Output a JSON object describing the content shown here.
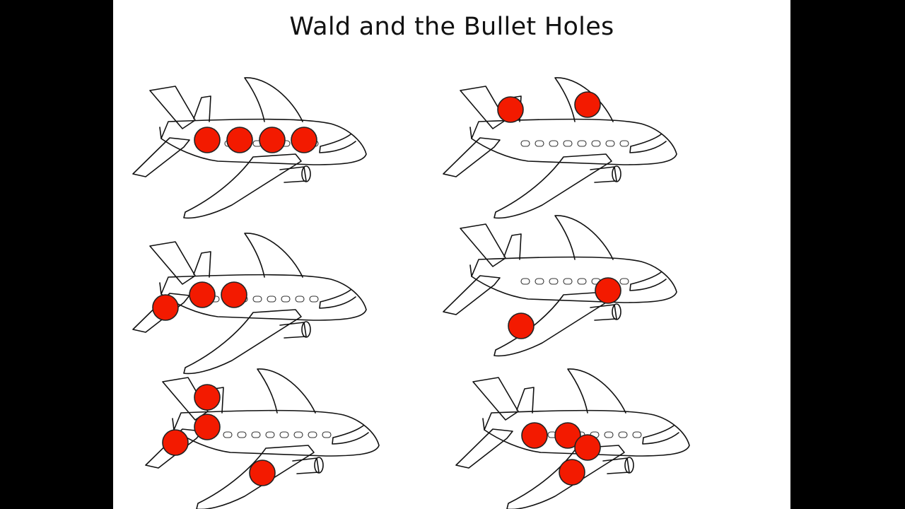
{
  "slide": {
    "title": "Wald and the Bullet Holes",
    "hole_color": "#f31a00"
  },
  "planes": [
    {
      "id": "plane-1",
      "hole_count": 4,
      "hole_locations": "fuselage"
    },
    {
      "id": "plane-2",
      "hole_count": 2,
      "hole_locations": "tail, top fin"
    },
    {
      "id": "plane-3",
      "hole_count": 3,
      "hole_locations": "fuselage, tail wing"
    },
    {
      "id": "plane-4",
      "hole_count": 2,
      "hole_locations": "wing"
    },
    {
      "id": "plane-5",
      "hole_count": 4,
      "hole_locations": "tail, fuselage, tail wing, wing"
    },
    {
      "id": "plane-6",
      "hole_count": 4,
      "hole_locations": "fuselage, wing"
    }
  ]
}
